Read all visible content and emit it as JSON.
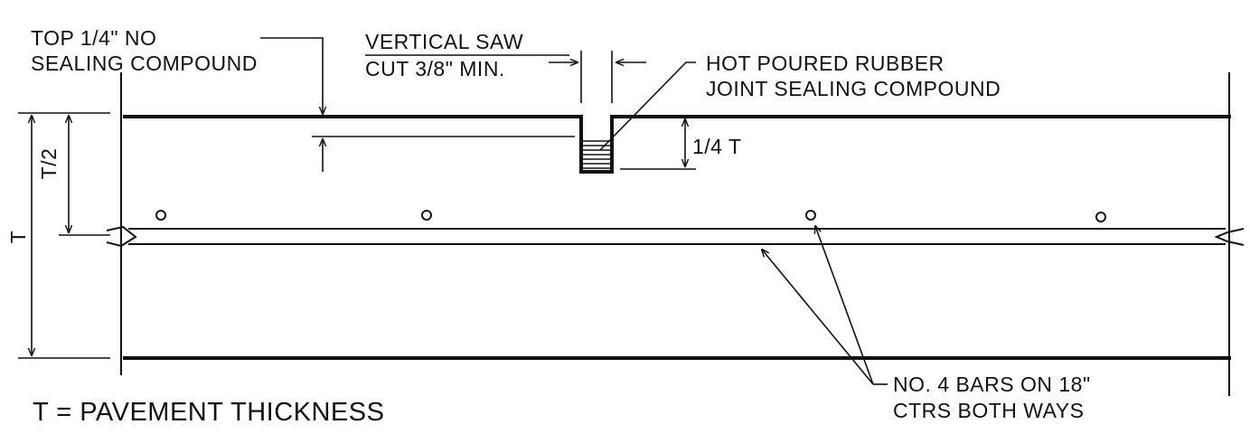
{
  "labels": {
    "top_no_sealing_1": "TOP 1/4\" NO",
    "top_no_sealing_2": "SEALING COMPOUND",
    "saw_cut_1": "VERTICAL SAW",
    "saw_cut_2": "CUT 3/8\" MIN.",
    "rubber_1": "HOT POURED RUBBER",
    "rubber_2": "JOINT SEALING COMPOUND",
    "quarter_t": "1/4 T",
    "half_t": "T/2",
    "thickness": "T",
    "bars_1": "NO. 4 BARS ON 18\"",
    "bars_2": "CTRS BOTH WAYS",
    "legend": "T = PAVEMENT THICKNESS"
  },
  "colors": {
    "ink": "#111111",
    "paper": "#ffffff"
  }
}
